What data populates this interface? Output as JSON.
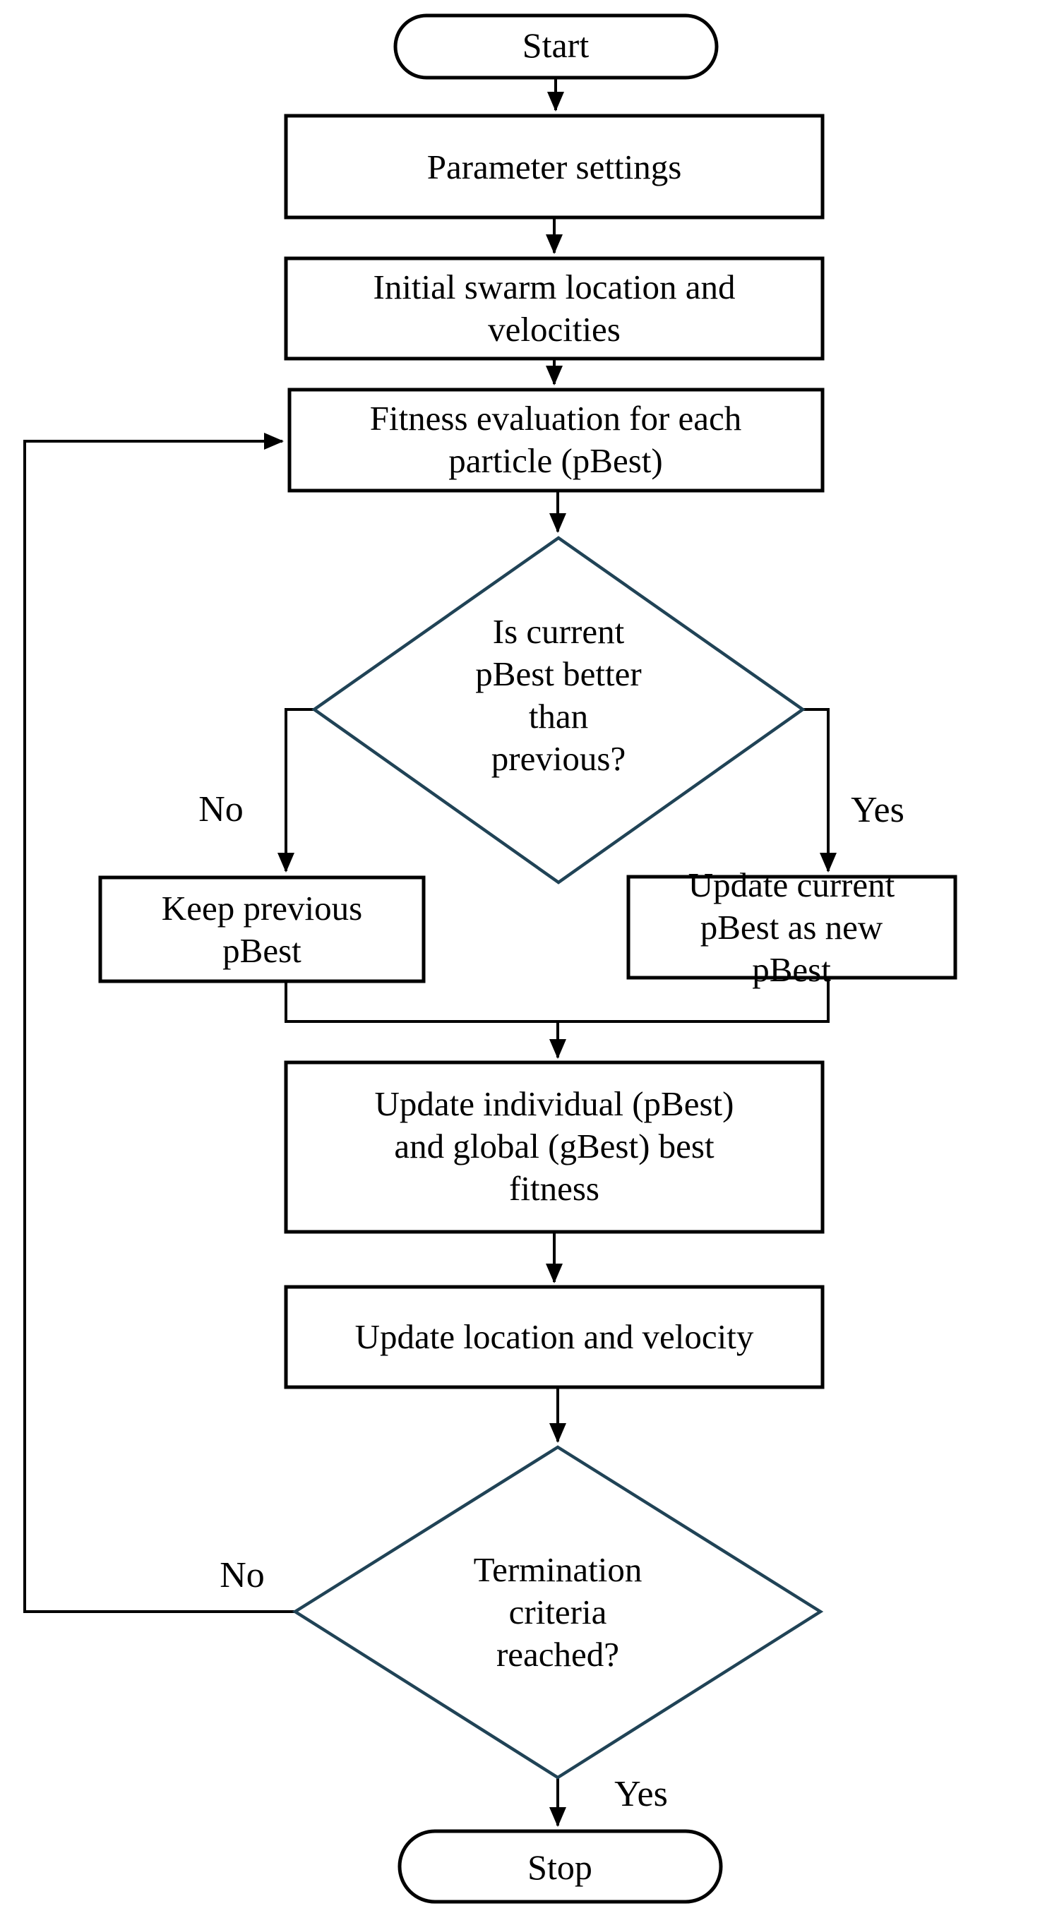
{
  "diagram": {
    "type": "flowchart",
    "nodes": {
      "start": {
        "shape": "terminator",
        "label": "Start"
      },
      "parameter_settings": {
        "shape": "process",
        "label": "Parameter settings"
      },
      "initial_swarm": {
        "shape": "process",
        "label": "Initial swarm location and\nvelocities"
      },
      "fitness_evaluation": {
        "shape": "process",
        "label": "Fitness evaluation for each\nparticle (pBest)"
      },
      "pbest_decision": {
        "shape": "decision",
        "label": "Is current\npBest better\nthan\nprevious?"
      },
      "keep_previous": {
        "shape": "process",
        "label": "Keep previous\npBest"
      },
      "update_current": {
        "shape": "process",
        "label": "Update current\npBest as new pBest"
      },
      "update_best_fitness": {
        "shape": "process",
        "label": "Update individual (pBest)\nand global (gBest) best\nfitness"
      },
      "update_location": {
        "shape": "process",
        "label": "Update location and velocity"
      },
      "termination_decision": {
        "shape": "decision",
        "label": "Termination\ncriteria\nreached?"
      },
      "stop": {
        "shape": "terminator",
        "label": "Stop"
      }
    },
    "edge_labels": {
      "pbest_no": "No",
      "pbest_yes": "Yes",
      "termination_no": "No",
      "termination_yes": "Yes"
    },
    "colors": {
      "background": "#ffffff",
      "process_border": "#000000",
      "terminator_border": "#000000",
      "decision_border": "#204356",
      "connector": "#000000",
      "text": "#000000"
    }
  }
}
